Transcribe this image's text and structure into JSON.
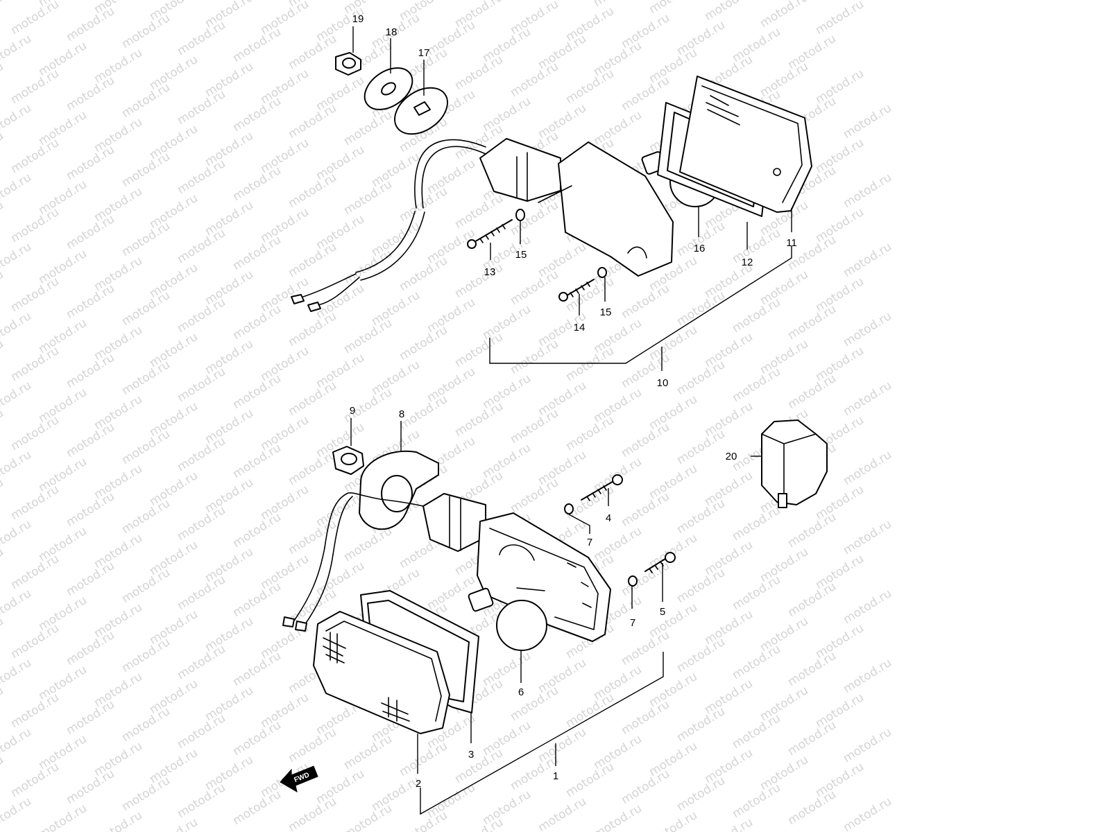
{
  "watermark": {
    "text": "motod.ru",
    "color": "#d4d4d4"
  },
  "callouts": {
    "c1": "1",
    "c2": "2",
    "c3": "3",
    "c4": "4",
    "c5": "5",
    "c6": "6",
    "c7a": "7",
    "c7b": "7",
    "c8": "8",
    "c9": "9",
    "c10": "10",
    "c11": "11",
    "c12": "12",
    "c13": "13",
    "c14": "14",
    "c15a": "15",
    "c15b": "15",
    "c16": "16",
    "c17": "17",
    "c18": "18",
    "c19": "19",
    "c20": "20"
  },
  "direction_marker": {
    "label": "FWD",
    "icon": "arrow-left-icon"
  }
}
